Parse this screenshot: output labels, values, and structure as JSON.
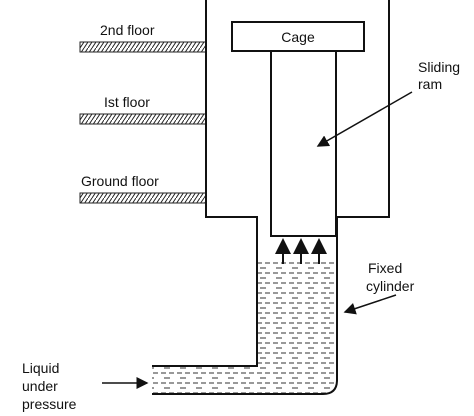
{
  "labels": {
    "floor2": "2nd floor",
    "floor1": "Ist floor",
    "ground": "Ground floor",
    "cage": "Cage",
    "ram_line1": "Sliding",
    "ram_line2": "ram",
    "cyl_line1": "Fixed",
    "cyl_line2": "cylinder",
    "liquid_line1": "Liquid",
    "liquid_line2": "under",
    "liquid_line3": "pressure"
  }
}
